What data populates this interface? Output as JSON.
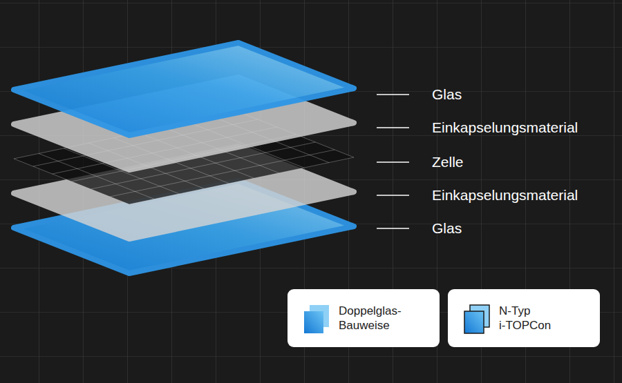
{
  "diagram": {
    "nodes": [
      {
        "text": [
          "Doppelglas- Bauweise"
        ]
      },
      {
        "text": [
          "N-Typ i-TOPCon"
        ]
      }
    ],
    "labels": [
      "Glas",
      "Einkapselungsmaterial",
      "Zelle",
      "Einkapselungsmaterial",
      "Glas"
    ]
  }
}
